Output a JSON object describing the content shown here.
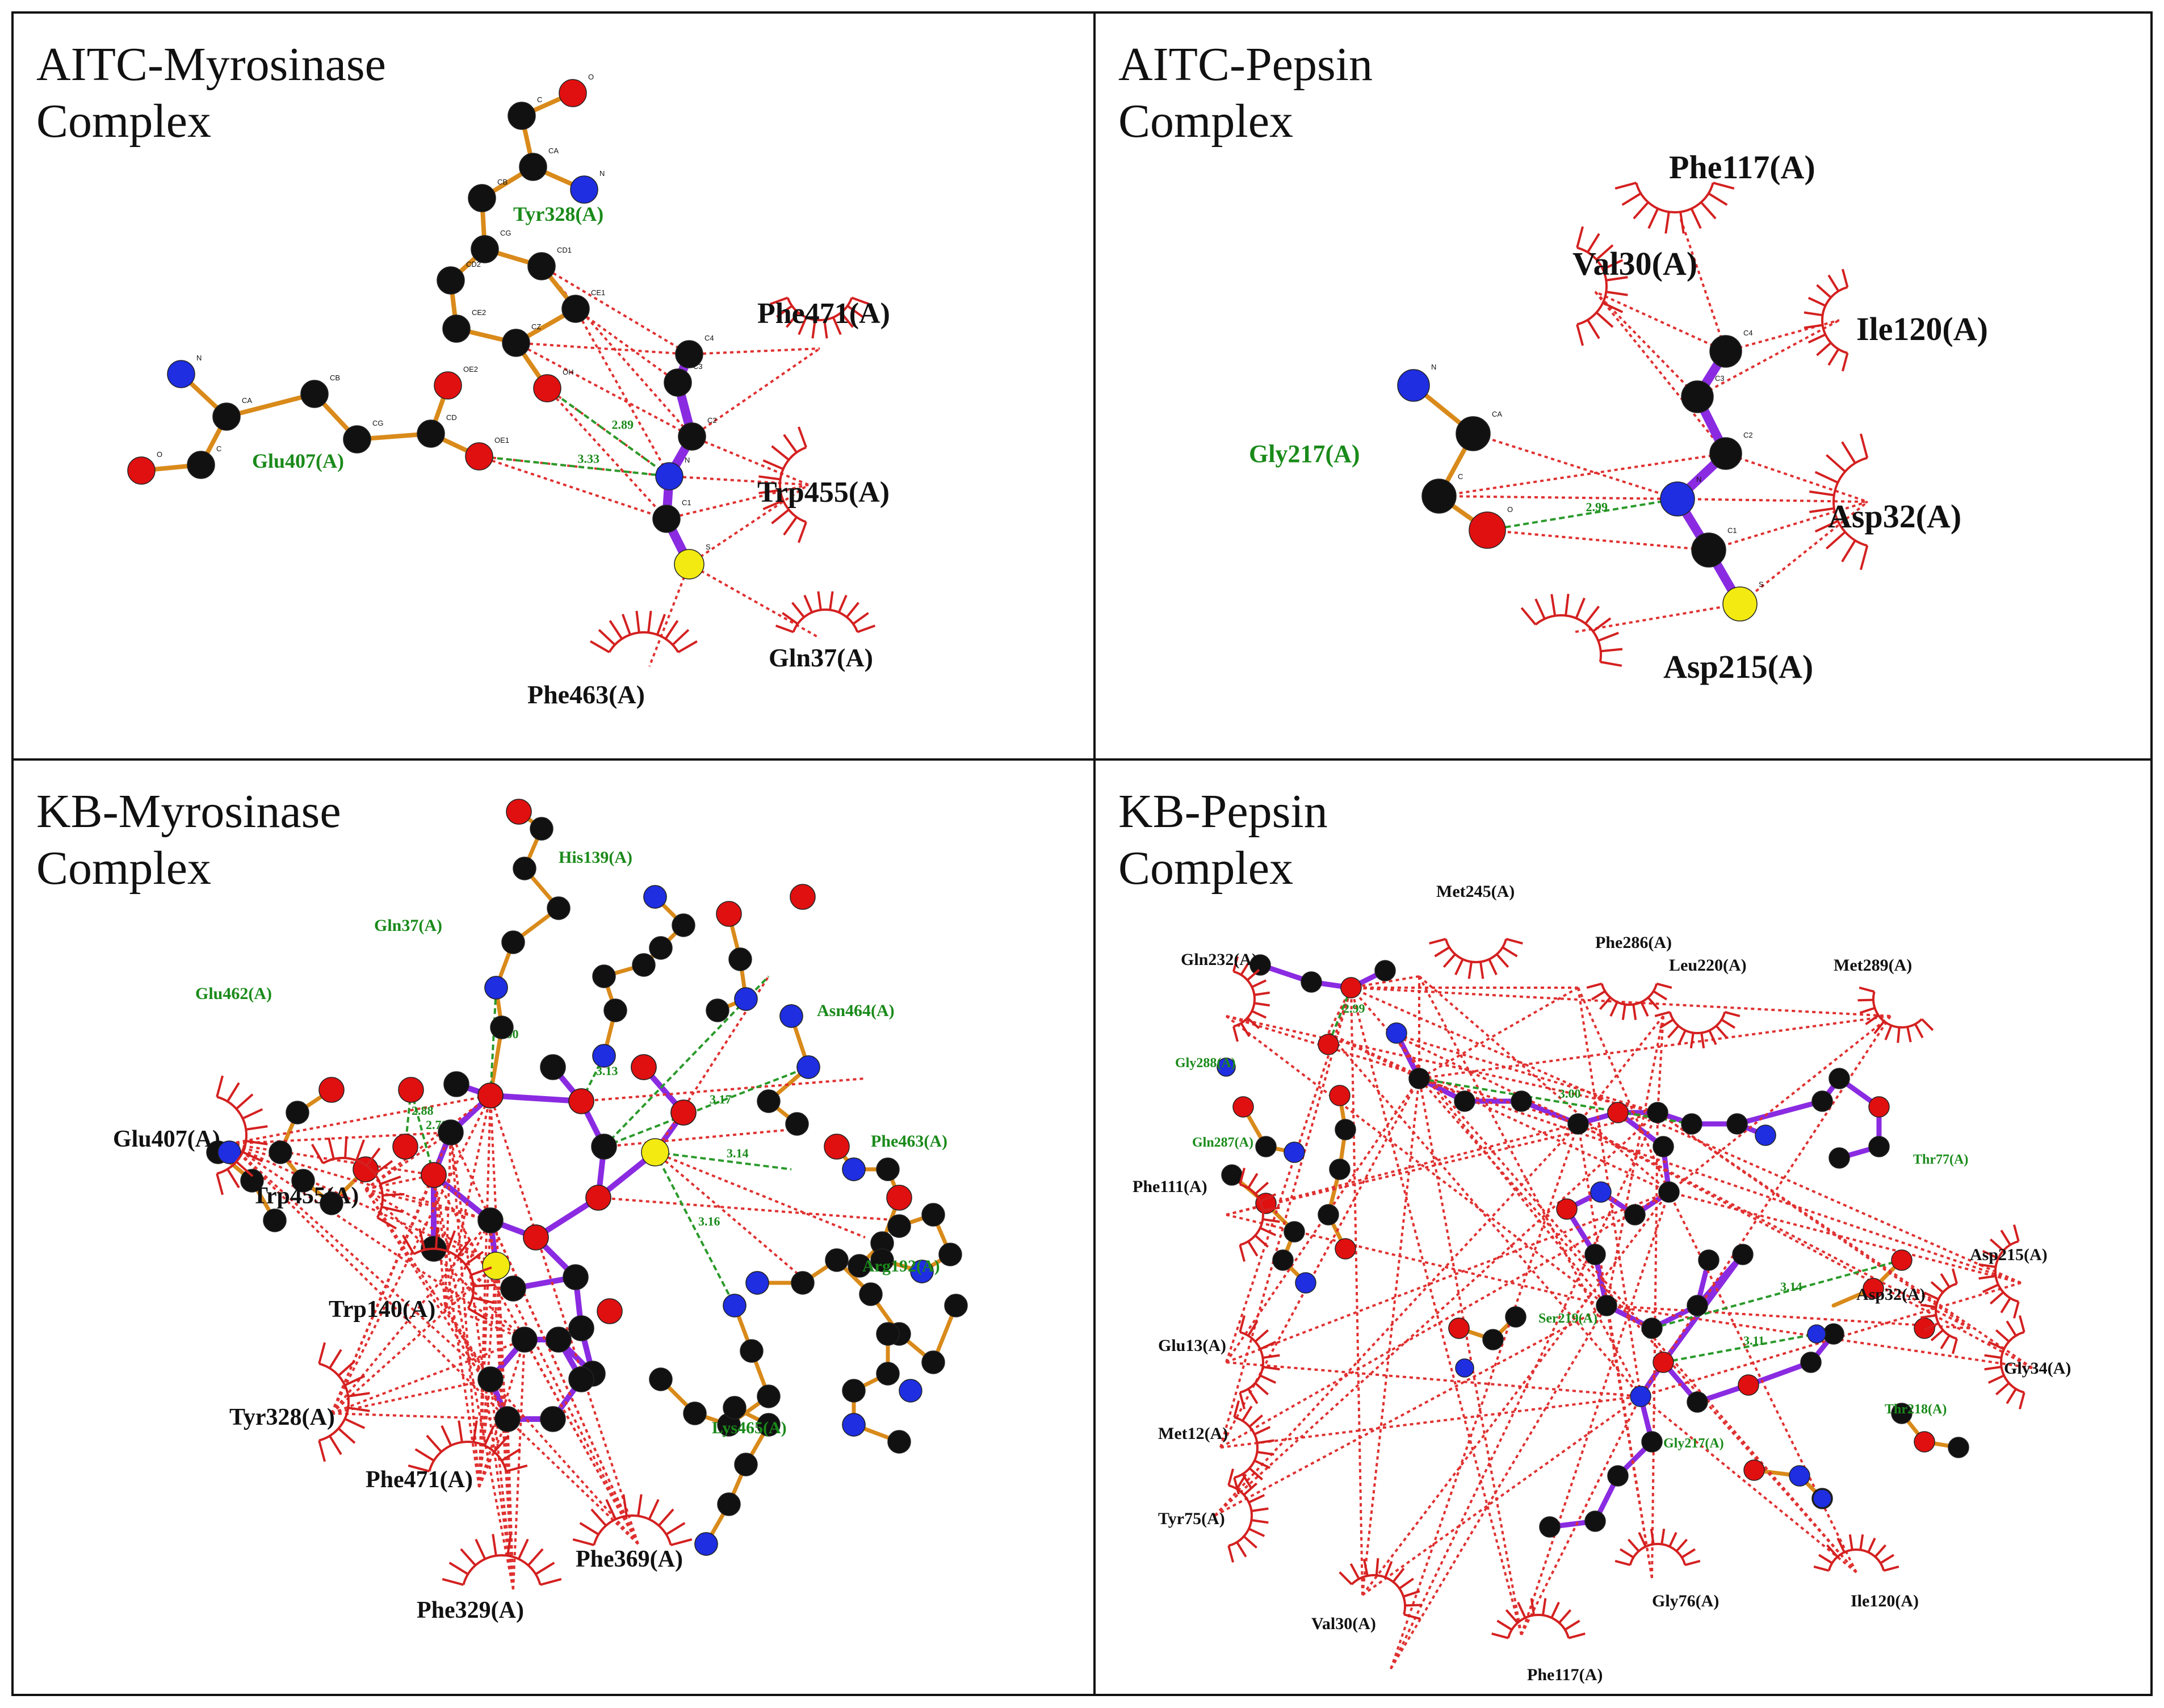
{
  "panels": [
    {
      "id": "aitc-myrosinase",
      "title": "AITC-Myrosinase\nComplex",
      "residues_hydrophobic": [
        "Phe471(A)",
        "Trp455(A)",
        "Gln37(A)",
        "Phe463(A)"
      ],
      "residues_hbond": [
        "Tyr328(A)",
        "Glu407(A)"
      ],
      "distances": [
        "2.89",
        "3.33"
      ]
    },
    {
      "id": "aitc-pepsin",
      "title": "AITC-Pepsin\n Complex",
      "residues_hydrophobic": [
        "Phe117(A)",
        "Val30(A)",
        "Ile120(A)",
        "Asp32(A)",
        "Asp215(A)"
      ],
      "residues_hbond": [
        "Gly217(A)"
      ],
      "distances": [
        "2.99"
      ]
    },
    {
      "id": "kb-myrosinase",
      "title": "KB-Myrosinase\nComplex",
      "residues_hydrophobic": [
        "Glu407(A)",
        "Trp455(A)",
        "Trp140(A)",
        "Tyr328(A)",
        "Phe471(A)",
        "Phe369(A)",
        "Phe329(A)"
      ],
      "residues_hbond": [
        "His139(A)",
        "Gln37(A)",
        "Glu462(A)",
        "Asn464(A)",
        "Phe463(A)",
        "Arg192(A)",
        "Lys465(A)"
      ],
      "distances": [
        "3.00",
        "3.13",
        "2.78",
        "2.88",
        "3.14",
        "3.16",
        "3.17"
      ]
    },
    {
      "id": "kb-pepsin",
      "title": "KB-Pepsin\nComplex",
      "residues_hydrophobic": [
        "Met245(A)",
        "Gln232(A)",
        "Phe286(A)",
        "Leu220(A)",
        "Met289(A)",
        "Phe111(A)",
        "Asp215(A)",
        "Asp32(A)",
        "Glu13(A)",
        "Gly34(A)",
        "Met12(A)",
        "Tyr75(A)",
        "Gly76(A)",
        "Ile120(A)",
        "Val30(A)",
        "Phe117(A)"
      ],
      "residues_hbond": [
        "Gly288(A)",
        "Gln287(A)",
        "Thr77(A)",
        "Ser219(A)",
        "Thr218(A)",
        "Gly217(A)"
      ],
      "distances": [
        "2.99",
        "3.00",
        "3.14",
        "3.11"
      ]
    }
  ],
  "colors": {
    "carbon": "#111111",
    "oxygen": "#e01010",
    "nitrogen": "#1e2ee0",
    "sulfur": "#f2ea10",
    "ligand_bond": "#8a2be2",
    "residue_bond": "#d98a1a",
    "contact_line": "#e03030",
    "hbond_line": "#2a9a2a",
    "label_green": "#1a8a1a"
  }
}
